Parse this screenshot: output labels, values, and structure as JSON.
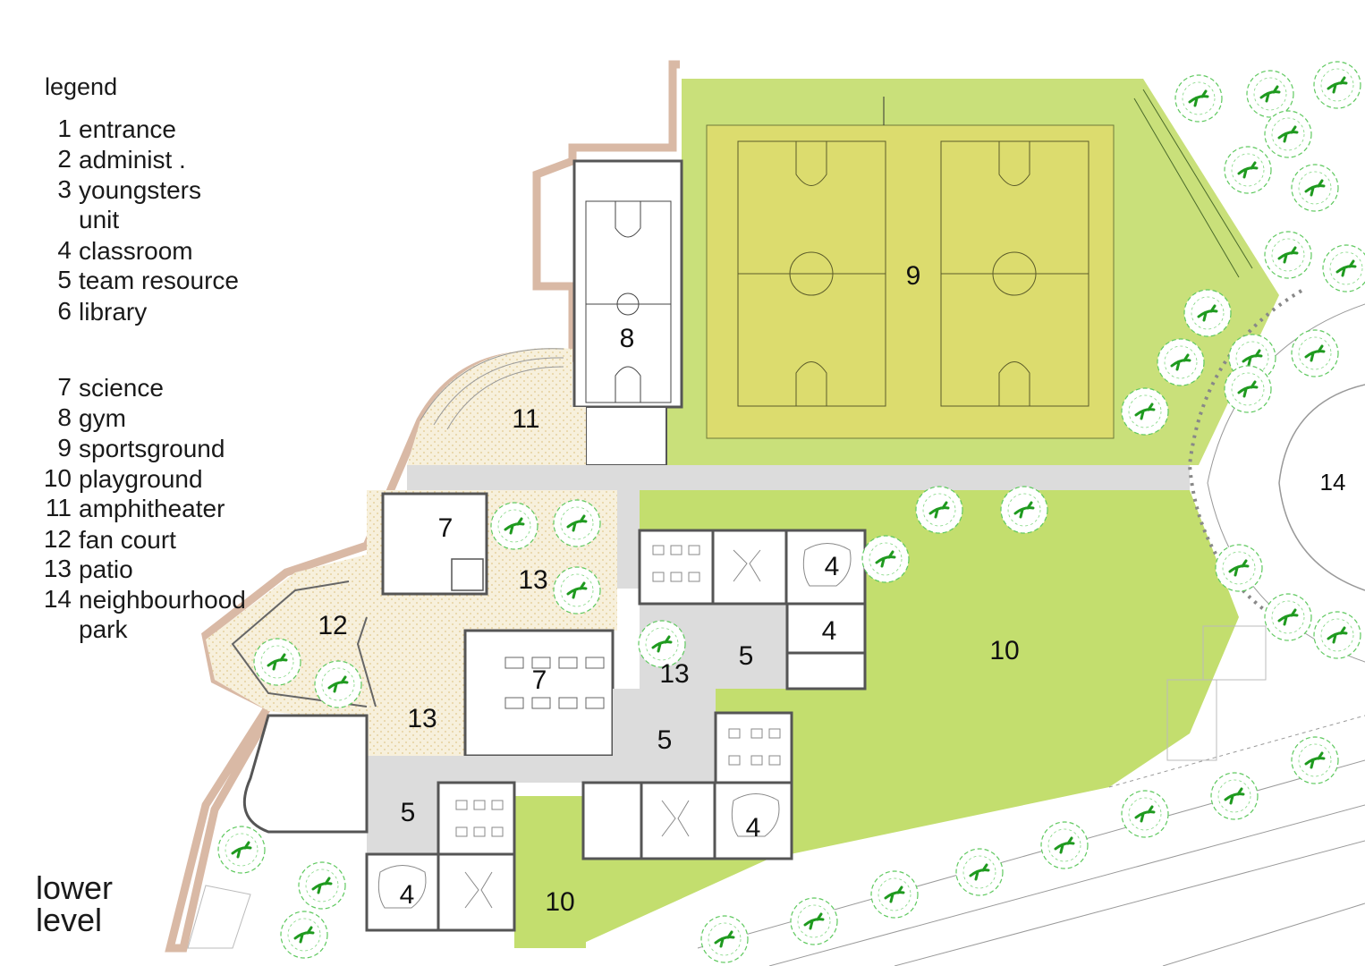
{
  "legend": {
    "title": "legend",
    "items": [
      {
        "num": "1",
        "label": "entrance"
      },
      {
        "num": "2",
        "label": "administ ."
      },
      {
        "num": "3",
        "label": "youngsters unit"
      },
      {
        "num": "4",
        "label": "classroom"
      },
      {
        "num": "5",
        "label": "team resource"
      },
      {
        "num": "6",
        "label": "library"
      },
      {
        "num": "7",
        "label": "science"
      },
      {
        "num": "8",
        "label": "gym"
      },
      {
        "num": "9",
        "label": "sportsground"
      },
      {
        "num": "10",
        "label": "playground"
      },
      {
        "num": "11",
        "label": "amphitheater"
      },
      {
        "num": "12",
        "label": "fan court"
      },
      {
        "num": "13",
        "label": "patio"
      },
      {
        "num": "14",
        "label": "neighbourhood park"
      }
    ]
  },
  "level_label": "lower level",
  "zones": [
    "9",
    "8",
    "11",
    "14",
    "7",
    "13",
    "4",
    "4",
    "12",
    "7",
    "13",
    "5",
    "10",
    "5",
    "13",
    "5",
    "4",
    "4",
    "10"
  ],
  "colors": {
    "sportsground": "#d8df72",
    "lawn": "#c3de6e",
    "paving": "#dcdcdc",
    "patio": "#f6efd9",
    "wall": "#555555",
    "boundary": "#d9b9a5",
    "tree": "#3dbb3d"
  }
}
